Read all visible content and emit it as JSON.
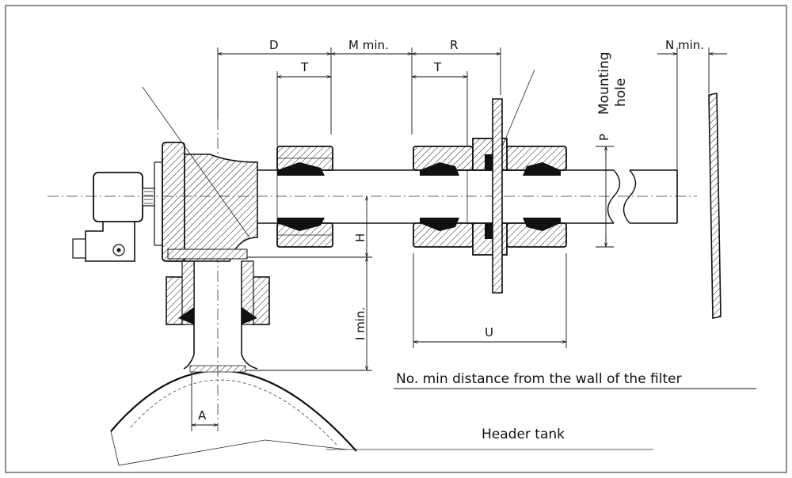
{
  "dimensions": {
    "D": "D",
    "M": "M min.",
    "R": "R",
    "T1": "T",
    "T2": "T",
    "N": "N min.",
    "P": "P",
    "H": "H",
    "I": "I min.",
    "U": "U",
    "A": "A"
  },
  "labels": {
    "mounting_line1": "Mounting",
    "mounting_line2": "hole",
    "note": "No. min distance from the wall of the filter",
    "header_tank": "Header tank"
  }
}
